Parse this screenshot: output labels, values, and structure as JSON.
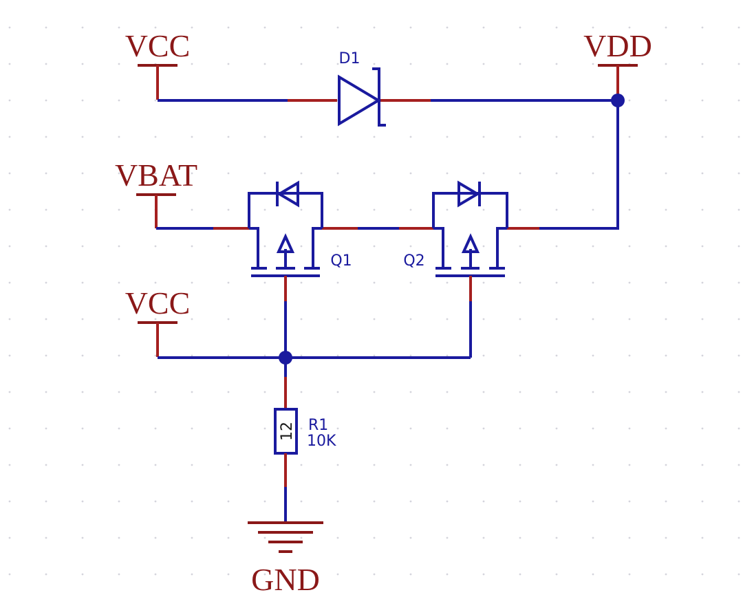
{
  "colors": {
    "background": "#ffffff",
    "wire": "#1a1a9e",
    "pin": "#a52020",
    "net_label": "#8a1818",
    "designator": "#1a1a9e",
    "grid_dot": "#d4d4dc"
  },
  "net_labels": {
    "vcc_top": "VCC",
    "vdd": "VDD",
    "vbat": "VBAT",
    "vcc_mid": "VCC",
    "gnd": "GND"
  },
  "components": {
    "diode": {
      "designator": "D1",
      "icon": "zener-diode-icon"
    },
    "q1": {
      "designator": "Q1",
      "icon": "mosfet-icon"
    },
    "q2": {
      "designator": "Q2",
      "icon": "mosfet-icon"
    },
    "resistor": {
      "designator": "R1",
      "value": "10K",
      "pin_text": "12",
      "icon": "resistor-icon"
    },
    "ground": {
      "icon": "ground-icon"
    }
  }
}
